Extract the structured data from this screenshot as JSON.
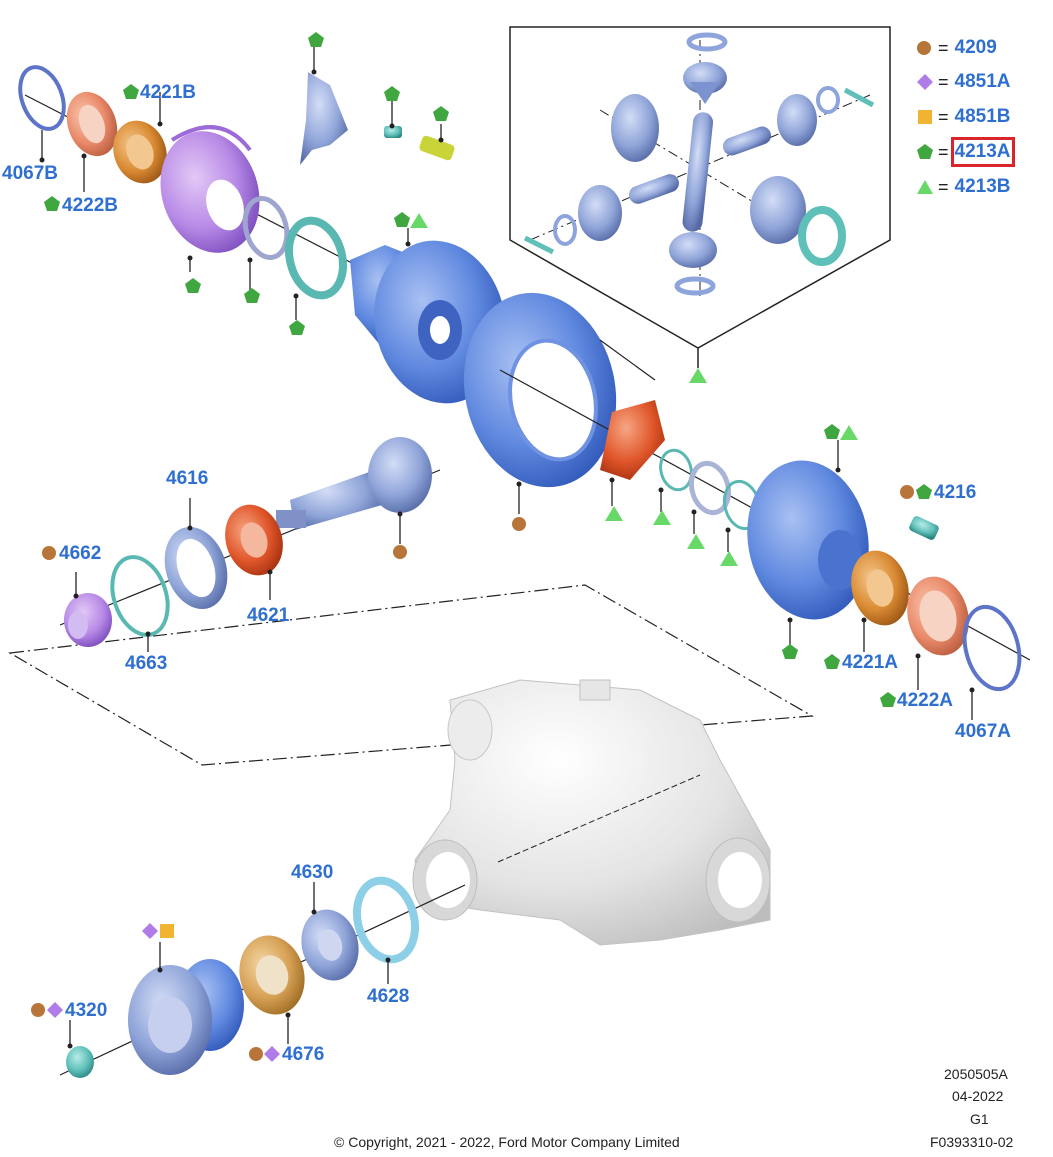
{
  "legend": [
    {
      "symbol": "circle",
      "color": "#b8753a",
      "code": "4209"
    },
    {
      "symbol": "diamond",
      "color": "#b07ce8",
      "code": "4851A"
    },
    {
      "symbol": "square",
      "color": "#f0b432",
      "code": "4851B"
    },
    {
      "symbol": "pentagon",
      "color": "#3fa640",
      "code": "4213A",
      "selected": true
    },
    {
      "symbol": "triangle",
      "color": "#68d868",
      "code": "4213B"
    }
  ],
  "legend_eq": "=",
  "labels": {
    "p4067B": "4067B",
    "p4222B": "4222B",
    "p4221B": "4221B",
    "p4616": "4616",
    "p4662": "4662",
    "p4621": "4621",
    "p4663": "4663",
    "p4216": "4216",
    "p4221A": "4221A",
    "p4222A": "4222A",
    "p4067A": "4067A",
    "p4630": "4630",
    "p4628": "4628",
    "p4320": "4320",
    "p4676": "4676"
  },
  "footer": {
    "drawing_no": "2050505A",
    "date": "04-2022",
    "version": "G1",
    "figure_id": "F0393310-02",
    "copyright": "© Copyright, 2021 - 2022, Ford Motor Company Limited"
  },
  "colors": {
    "label": "#2f6fd0",
    "highlight": "#d8262a",
    "blue_part": "#5c86dc",
    "housing": "#e6e6e6"
  }
}
